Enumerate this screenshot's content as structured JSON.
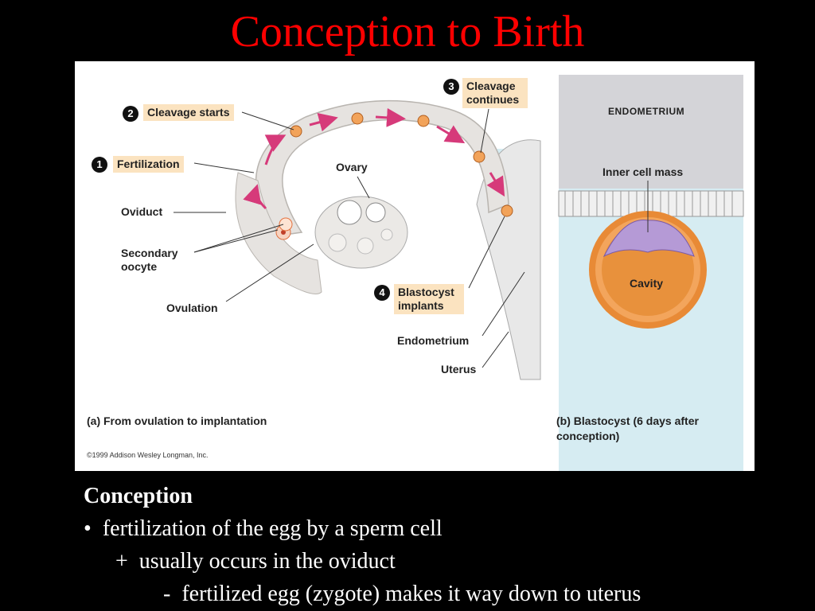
{
  "slide": {
    "title": "Conception to Birth"
  },
  "figure": {
    "steps": [
      {
        "number": "1",
        "label": "Fertilization"
      },
      {
        "number": "2",
        "label": "Cleavage starts"
      },
      {
        "number": "3",
        "label": "Cleavage continues"
      },
      {
        "number": "4",
        "label": "Blastocyst implants"
      }
    ],
    "labels": {
      "oviduct": "Oviduct",
      "ovary": "Ovary",
      "secondary_oocyte": "Secondary oocyte",
      "ovulation": "Ovulation",
      "endometrium": "Endometrium",
      "uterus": "Uterus"
    },
    "panel_b": {
      "endometrium_heading": "ENDOMETRIUM",
      "inner_cell_mass": "Inner cell mass",
      "cavity": "Cavity"
    },
    "captions": {
      "a": "(a) From ovulation to implantation",
      "b": "(b) Blastocyst (6 days after conception)"
    },
    "copyright": "©1999 Addison Wesley Longman, Inc."
  },
  "bullets": {
    "heading": "Conception",
    "level1": "fertilization of the egg by a sperm cell",
    "level2": "usually occurs in the oviduct",
    "level3": "fertilized egg (zygote) makes it way down to uterus"
  }
}
